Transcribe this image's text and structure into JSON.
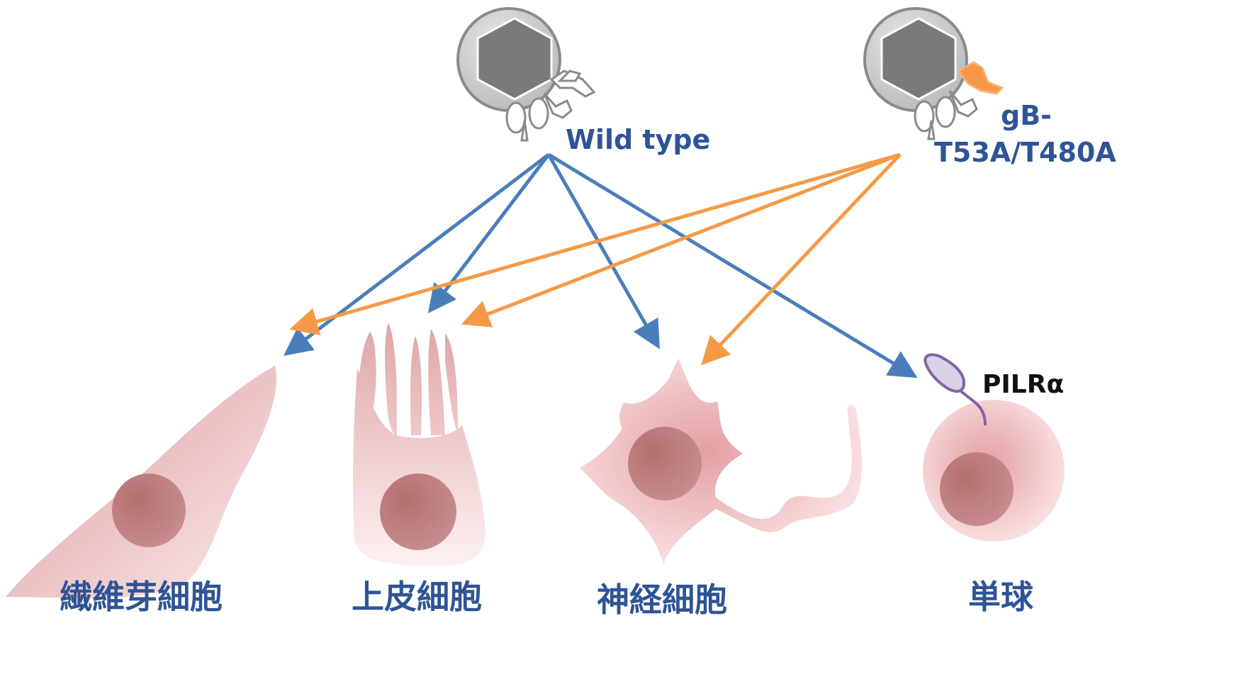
{
  "viruses": {
    "wild_type": {
      "label": "Wild type"
    },
    "mutant": {
      "label_line1": "gB-",
      "label_line2": "T53A/T480A"
    }
  },
  "cells": {
    "fibroblast": {
      "label": "繊維芽細胞"
    },
    "epithelial": {
      "label": "上皮細胞"
    },
    "neuron": {
      "label": "神経細胞"
    },
    "monocyte": {
      "label": "単球"
    }
  },
  "receptor": {
    "label": "PILRα"
  },
  "colors": {
    "wild_type_arrow": "#4a7ebb",
    "mutant_arrow": "#f49a46",
    "label_blue": "#2f5496",
    "cell_fill": "#e6aeb1",
    "nucleus": "#b97878",
    "virus_capsid": "#7a7a7a",
    "mutant_glycoprotein": "#f79646",
    "receptor": "#8064a2"
  }
}
